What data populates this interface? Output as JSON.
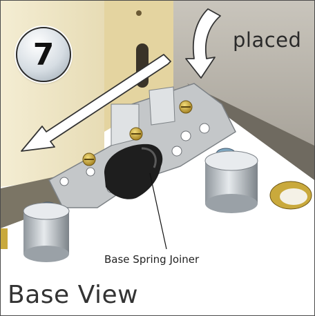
{
  "step": {
    "number": "7"
  },
  "labels": {
    "placed": "placed",
    "part": "Base Spring Joiner",
    "view": "Base View"
  },
  "colors": {
    "panel_cream": "#efe6c6",
    "panel_grey": "#b7b3aa",
    "bracket_metal": "#c4c7c9",
    "brass_screw": "#c9a93c",
    "spring_black": "#1e1e1e",
    "arrow_fill": "#ffffff",
    "frame_border": "#4a4a4a"
  },
  "icons": {
    "step_badge": "circle-badge",
    "arrows": [
      "curved-down-arrow",
      "diagonal-arrow"
    ]
  }
}
